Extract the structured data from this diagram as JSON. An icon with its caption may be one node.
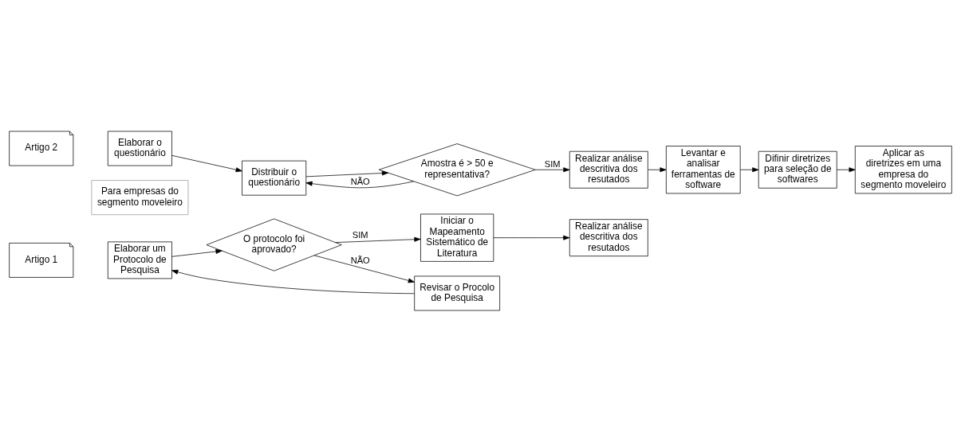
{
  "diagram": {
    "nodes": [
      {
        "text": [
          "Artigo 1"
        ]
      },
      {
        "text": [
          "Elaborar um Protocolo de Pesquisa"
        ]
      },
      {
        "text": [
          "O protocolo foi aprovado?"
        ]
      },
      {
        "text": [
          "Iniciar o Mapeamento Sistemático de Literatura"
        ]
      },
      {
        "text": [
          "Realizar análise descritiva dos resutados"
        ]
      },
      {
        "text": [
          "Revisar o Procolo de Pesquisa"
        ]
      },
      {
        "text": [
          "Artigo 2"
        ]
      },
      {
        "text": [
          "Elaborar o questionário"
        ]
      },
      {
        "text": [
          "Para empresas do segmento moveleiro"
        ]
      },
      {
        "text": [
          "Distribuir o questionário"
        ]
      },
      {
        "text": [
          "Amostra é > 50 e representativa?"
        ]
      },
      {
        "text": [
          "Realizar análise descritiva dos resutados"
        ]
      },
      {
        "text": [
          "Levantar e analisar ferramentas de software"
        ]
      },
      {
        "text": [
          "Difinir diretrizes para seleção de softwares"
        ]
      },
      {
        "text": [
          "Aplicar as diretrizes em uma empresa do segmento moveleiro"
        ]
      }
    ],
    "edges": [
      {
        "from": 1,
        "to": 2,
        "arrow": "to"
      },
      {
        "from": 2,
        "to": 3,
        "arrow": "to",
        "label": "SIM"
      },
      {
        "from": 2,
        "to": 5,
        "arrow": "to",
        "label": "NÃO"
      },
      {
        "from": 3,
        "to": 4,
        "arrow": "to"
      },
      {
        "from": 5,
        "to": 1,
        "arrow": "to"
      },
      {
        "from": 7,
        "to": 9,
        "arrow": "to"
      },
      {
        "from": 9,
        "to": 10,
        "arrow": "to"
      },
      {
        "from": 10,
        "to": 11,
        "arrow": "to",
        "label": "SIM"
      },
      {
        "from": 10,
        "to": 9,
        "arrow": "to",
        "label": "NÃO"
      },
      {
        "from": 11,
        "to": 12,
        "arrow": "to"
      },
      {
        "from": 12,
        "to": 13,
        "arrow": "to"
      },
      {
        "from": 13,
        "to": 14,
        "arrow": "to"
      }
    ]
  }
}
